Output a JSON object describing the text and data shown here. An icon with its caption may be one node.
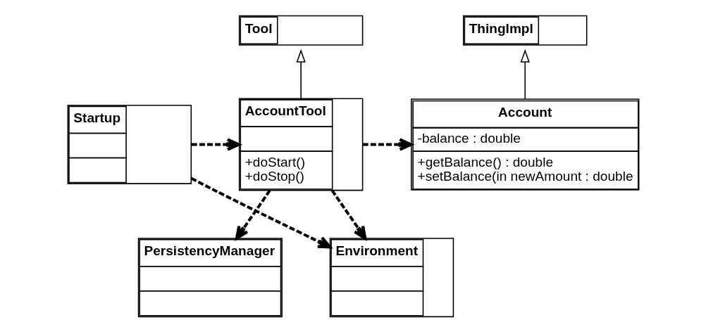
{
  "diagram": {
    "nodes": [
      {
        "text": [
          "Tool"
        ]
      },
      {
        "text": [
          "ThingImpl"
        ]
      },
      {
        "text": [
          "Startup"
        ]
      },
      {
        "text": [
          "AccountTool",
          "+doStart()",
          "+doStop()"
        ]
      },
      {
        "text": [
          "Account",
          "-balance : double",
          "+getBalance() : double",
          "+setBalance(in newAmount : double"
        ]
      },
      {
        "text": [
          "PersistencyManager"
        ]
      },
      {
        "text": [
          "Environment"
        ]
      }
    ],
    "edges": [
      {
        "from": 3,
        "to": 0,
        "arrow": "to"
      },
      {
        "from": 4,
        "to": 1,
        "arrow": "to"
      },
      {
        "from": 2,
        "to": 3,
        "arrow": "to",
        "style": "dashed"
      },
      {
        "from": 3,
        "to": 4,
        "arrow": "to",
        "style": "dashed"
      },
      {
        "from": 3,
        "to": 5,
        "arrow": "to",
        "style": "dashed"
      },
      {
        "from": 3,
        "to": 6,
        "arrow": "to",
        "style": "dashed"
      },
      {
        "from": 2,
        "to": 6,
        "arrow": "to",
        "style": "dashed"
      }
    ]
  }
}
